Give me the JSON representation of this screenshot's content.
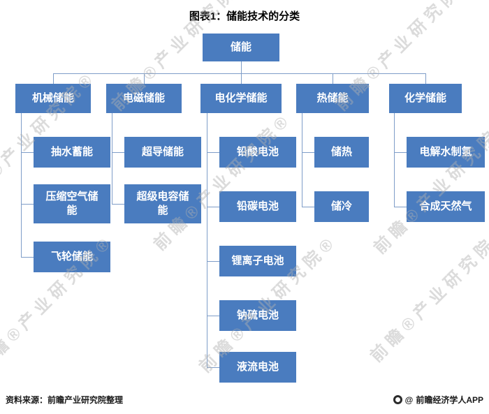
{
  "title": "图表1：储能技术的分类",
  "colors": {
    "box": "#4A7CBF",
    "line": "#7E9DC8"
  },
  "root": {
    "label": "储能"
  },
  "branches": [
    {
      "label": "机械储能",
      "children": [
        "抽水蓄能",
        "压缩空气储能",
        "飞轮储能"
      ]
    },
    {
      "label": "电磁储能",
      "children": [
        "超导储能",
        "超级电容储能"
      ]
    },
    {
      "label": "电化学储能",
      "children": [
        "铅酸电池",
        "铅碳电池",
        "锂离子电池",
        "钠硫电池",
        "液流电池"
      ]
    },
    {
      "label": "热储能",
      "children": [
        "储热",
        "储冷"
      ]
    },
    {
      "label": "化学储能",
      "children": [
        "电解水制氢",
        "合成天然气"
      ]
    }
  ],
  "footer": {
    "source": "资料来源：前瞻产业研究院整理",
    "brand": "前瞻经济学人APP",
    "brand_prefix": "@"
  },
  "watermark": {
    "text": "前瞻®产业研究院®"
  }
}
